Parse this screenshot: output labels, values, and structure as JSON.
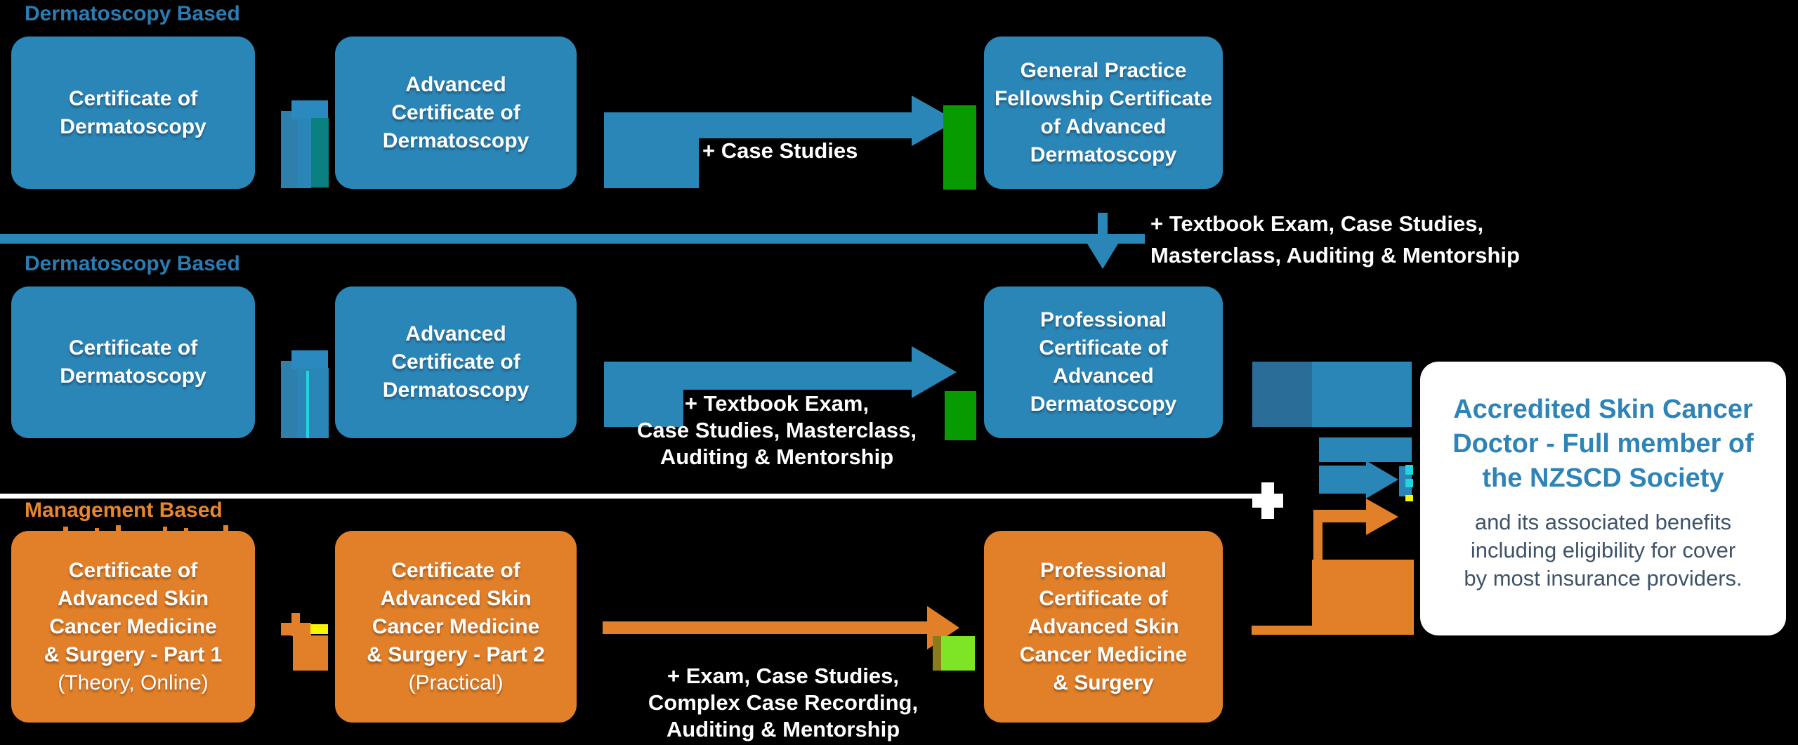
{
  "diagram": {
    "row1": {
      "label": "Dermatoscopy Based",
      "box1_lines": [
        "Certificate of",
        "Dermatoscopy"
      ],
      "box2_lines": [
        "Advanced",
        "Certificate of",
        "Dermatoscopy"
      ],
      "arrow_caption": "+ Case Studies",
      "box3_lines": [
        "General Practice",
        "Fellowship Certificate",
        "of Advanced",
        "Dermatoscopy"
      ]
    },
    "transition": {
      "caption_lines": [
        "+ Textbook Exam, Case Studies,",
        "Masterclass, Auditing & Mentorship"
      ]
    },
    "row2": {
      "label": "Dermatoscopy Based",
      "box1_lines": [
        "Certificate of",
        "Dermatoscopy"
      ],
      "box2_lines": [
        "Advanced",
        "Certificate of",
        "Dermatoscopy"
      ],
      "arrow_caption_lines": [
        "+ Textbook Exam,",
        "Case Studies, Masterclass,",
        "Auditing & Mentorship"
      ],
      "box3_lines": [
        "Professional",
        "Certificate of",
        "Advanced",
        "Dermatoscopy"
      ]
    },
    "row3": {
      "label": "Management Based",
      "box1_lines": [
        "Certificate of",
        "Advanced Skin",
        "Cancer Medicine",
        "& Surgery - Part 1"
      ],
      "box1_subline": "(Theory, Online)",
      "box2_lines": [
        "Certificate of",
        "Advanced Skin",
        "Cancer Medicine",
        "& Surgery - Part 2"
      ],
      "box2_subline": "(Practical)",
      "arrow_caption_lines": [
        "+ Exam, Case Studies,",
        "Complex Case Recording,",
        "Auditing & Mentorship"
      ],
      "box3_lines": [
        "Professional",
        "Certificate of",
        "Advanced Skin",
        "Cancer Medicine",
        "& Surgery"
      ]
    },
    "result_card": {
      "title_lines": [
        "Accredited Skin Cancer",
        "Doctor - Full member of",
        "the NZSCD Society"
      ],
      "body_lines": [
        "and its associated benefits",
        "including eligibility for cover",
        "by most insurance providers."
      ]
    },
    "colors": {
      "background": "#000000",
      "blue_box": "#2b86b8",
      "blue_dark": "#2a6d99",
      "blue_label": "#2a7cb5",
      "teal_artifact": "#0a8080",
      "cyan_artifact": "#22d3e0",
      "green_artifact": "#089b00",
      "lime_artifact": "#7de426",
      "olive_artifact": "#8a7c1a",
      "yellow_artifact": "#f8f500",
      "orange_box": "#e2802a",
      "orange_label": "#e8862d",
      "card_title": "#2e84b6",
      "card_body": "#3f5368",
      "white": "#ffffff"
    }
  }
}
